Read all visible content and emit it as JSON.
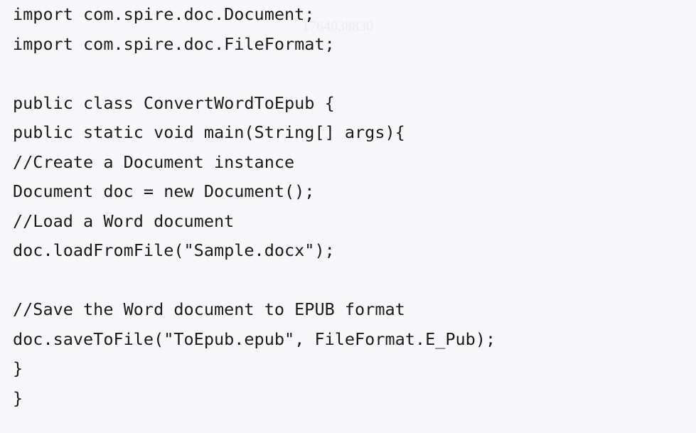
{
  "watermark": "1764038830",
  "code_lines": [
    "import com.spire.doc.Document;",
    "import com.spire.doc.FileFormat;",
    "",
    "public class ConvertWordToEpub {",
    "public static void main(String[] args){",
    "//Create a Document instance",
    "Document doc = new Document();",
    "//Load a Word document",
    "doc.loadFromFile(\"Sample.docx\");",
    "",
    "//Save the Word document to EPUB format",
    "doc.saveToFile(\"ToEpub.epub\", FileFormat.E_Pub);",
    "}",
    "}"
  ]
}
